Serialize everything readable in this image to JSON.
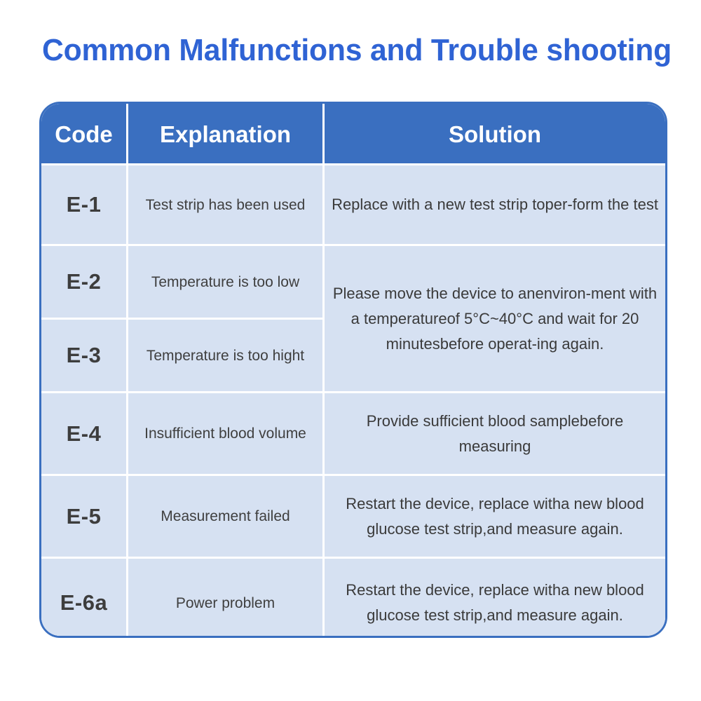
{
  "page": {
    "title": "Common Malfunctions and Trouble shooting",
    "title_color": "#2f63d4",
    "accent_color": "#3a6fc0",
    "cell_color": "#d6e1f2",
    "background": "#ffffff"
  },
  "table": {
    "headers": {
      "code": "Code",
      "explanation": "Explanation",
      "solution": "Solution"
    },
    "rows": [
      {
        "code": "E-1",
        "explanation": "Test strip has been used",
        "solution": "Replace with a new test strip toper-form the test",
        "solution_rowspan": 1
      },
      {
        "code": "E-2",
        "explanation": "Temperature is too low",
        "solution": "Please move the device to anenviron-ment with a temperatureof 5°C~40°C and wait for 20 minutesbefore operat-ing again.",
        "solution_rowspan": 2
      },
      {
        "code": "E-3",
        "explanation": "Temperature is too hight",
        "solution": null,
        "solution_rowspan": 0
      },
      {
        "code": "E-4",
        "explanation": "Insufficient blood volume",
        "solution": "Provide sufficient blood samplebefore measuring",
        "solution_rowspan": 1
      },
      {
        "code": "E-5",
        "explanation": "Measurement failed",
        "solution": "Restart the device, replace witha new blood glucose test strip,and measure again.",
        "solution_rowspan": 1
      },
      {
        "code": "E-6a",
        "explanation": "Power problem",
        "solution": "Restart the device, replace witha new blood glucose test strip,and measure again.",
        "solution_rowspan": 1
      }
    ]
  }
}
